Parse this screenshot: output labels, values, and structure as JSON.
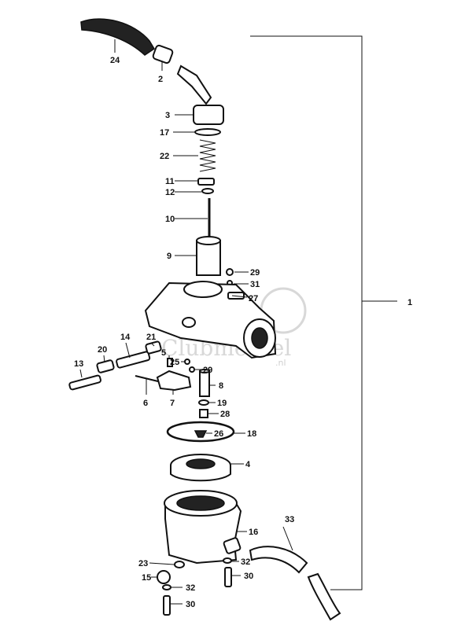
{
  "diagram": {
    "labels": {
      "p1": "1",
      "p2": "2",
      "p3": "3",
      "p4": "4",
      "p5": "5",
      "p6": "6",
      "p7": "7",
      "p8": "8",
      "p9": "9",
      "p10": "10",
      "p11": "11",
      "p12": "12",
      "p13": "13",
      "p14": "14",
      "p15": "15",
      "p16": "16",
      "p17": "17",
      "p18": "18",
      "p19": "19",
      "p20": "20",
      "p21": "21",
      "p22": "22",
      "p23": "23",
      "p24": "24",
      "p25": "25",
      "p26": "26",
      "p27": "27",
      "p28": "28",
      "p29a": "29",
      "p29b": "29",
      "p30a": "30",
      "p30b": "30",
      "p31": "31",
      "p32a": "32",
      "p32b": "32",
      "p33": "33"
    },
    "watermark": {
      "text": "Clubmerkel",
      "suffix": ".nl"
    }
  }
}
